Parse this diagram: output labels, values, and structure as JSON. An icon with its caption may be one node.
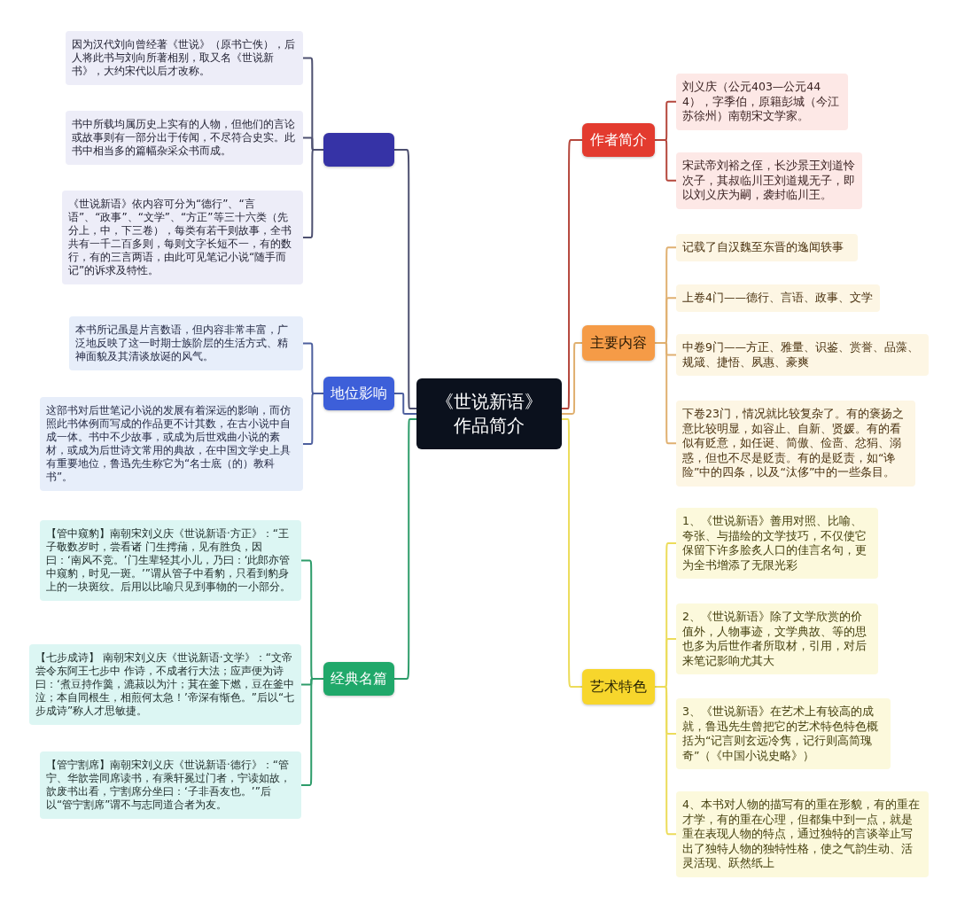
{
  "diagram": {
    "nodes": [
      {
        "text": [
          "《世说新语》作品简介"
        ]
      },
      {
        "text": [],
        "shape": "box"
      },
      {
        "text": [
          "因为汉代刘向曾经著《世说》（原书亡佚），后人将此书与刘向所著相别，取又名《世说新书》，大约宋代以后才改称。"
        ]
      },
      {
        "text": [
          "书中所载均属历史上实有的人物，但他们的言论或故事则有一部分出于传闻，不尽符合史实。此书中相当多的篇幅杂采众书而成。"
        ]
      },
      {
        "text": [
          "《世说新语》依内容可分为“德行”、“言语”、“政事”、“文学”、“方正”等三十六类（先分上，中，下三卷），每类有若干则故事，全书共有一千二百多则，每则文字长短不一，有的数行，有的三言两语，由此可见笔记小说“随手而记”的诉求及特性。"
        ]
      },
      {
        "text": [
          "地位影响"
        ]
      },
      {
        "text": [
          "本书所记虽是片言数语，但内容非常丰富，广泛地反映了这一时期士族阶层的生活方式、精神面貌及其清谈放诞的风气。"
        ]
      },
      {
        "text": [
          "这部书对后世笔记小说的发展有着深远的影响，而仿照此书体例而写成的作品更不计其数，在古小说中自成一体。书中不少故事，或成为后世戏曲小说的素材，或成为后世诗文常用的典故，在中国文学史上具有重要地位，鲁迅先生称它为“名士底（的）教科书”。"
        ]
      },
      {
        "text": [
          "经典名篇"
        ]
      },
      {
        "text": [
          "【管中窥豹】南朝宋刘义庆《世说新语·方正》：“王子敬数岁时，尝看诸 门生摴蒱，见有胜负，因曰：‘南风不竞。’门生辈轻其小儿，乃曰：‘此郎亦管中窥豹，时见一斑。’”谓从管子中看豹，只看到豹身上的一块斑纹。后用以比喻只见到事物的一小部分。"
        ]
      },
      {
        "text": [
          "【七步成诗】 南朝宋刘义庆《世说新语·文学》：“文帝尝令东阿王七步中 作诗，不成者行大法；应声便为诗曰：‘煮豆持作羹，漉菽以为汁；萁在釜下燃，豆在釜中泣；本自同根生，相煎何太急！’帝深有惭色。”后以“七步成诗”称人才思敏捷。"
        ]
      },
      {
        "text": [
          "【管宁割席】南朝宋刘义庆《世说新语·德行》：“管宁、华歆尝同席读书，有乘轩冕过门者，宁读如故，歆废书出看，宁割席分坐曰：‘子非吾友也。’”后以“管宁割席”谓不与志同道合者为友。"
        ]
      },
      {
        "text": [
          "作者简介"
        ]
      },
      {
        "text": [
          "刘义庆（公元403—公元444），字季伯，原籍彭城（今江苏徐州）南朝宋文学家。"
        ]
      },
      {
        "text": [
          "宋武帝刘裕之侄，长沙景王刘道怜次子，其叔临川王刘道规无子，即以刘义庆为嗣，袭封临川王。"
        ]
      },
      {
        "text": [
          "主要内容"
        ]
      },
      {
        "text": [
          "记载了自汉魏至东晋的逸闻轶事"
        ]
      },
      {
        "text": [
          "上卷4门——德行、言语、政事、文学"
        ]
      },
      {
        "text": [
          "中卷9门——方正、雅量、识鉴、赏誉、品藻、规箴、捷悟、夙惠、豪爽"
        ]
      },
      {
        "text": [
          "下卷23门，情况就比较复杂了。有的褒扬之意比较明显，如容止、自新、贤媛。有的看似有贬意，如任诞、简傲、俭啬、忿狷、溺惑，但也不尽是贬责。有的是贬责，如“谗险”中的四条，以及“汰侈”中的一些条目。"
        ]
      },
      {
        "text": [
          "艺术特色"
        ]
      },
      {
        "text": [
          "1、《世说新语》善用对照、比喻、夸张、与描绘的文学技巧，不仅使它保留下许多脍炙人口的佳言名句，更为全书增添了无限光彩"
        ]
      },
      {
        "text": [
          "2、《世说新语》除了文学欣赏的价值外，人物事迹，文学典故、等的思也多为后世作者所取材，引用，对后来笔记影响尤其大"
        ]
      },
      {
        "text": [
          "3、《世说新语》在艺术上有较高的成就，鲁迅先生曾把它的艺术特色特色概括为“记言则玄远冷隽，记行则高简瑰奇”（《中国小说史略》）"
        ]
      },
      {
        "text": [
          "4、本书对人物的描写有的重在形貌，有的重在才学，有的重在心理，但都集中到一点，就是重在表现人物的特点，通过独特的言谈举止写出了独特人物的独特性格，使之气韵生动、活灵活现、跃然纸上"
        ]
      }
    ],
    "edges": [
      {
        "from": 0,
        "to": 1,
        "arrow": "none",
        "color": "#4d5070"
      },
      {
        "from": 1,
        "to": 2,
        "arrow": "none",
        "color": "#4d5070"
      },
      {
        "from": 1,
        "to": 3,
        "arrow": "none",
        "color": "#4d5070"
      },
      {
        "from": 1,
        "to": 4,
        "arrow": "none",
        "color": "#4d5070"
      },
      {
        "from": 0,
        "to": 5,
        "arrow": "none",
        "color": "#4d5f9e"
      },
      {
        "from": 5,
        "to": 6,
        "arrow": "none",
        "color": "#4d5f9e"
      },
      {
        "from": 5,
        "to": 7,
        "arrow": "none",
        "color": "#4d5f9e"
      },
      {
        "from": 0,
        "to": 8,
        "arrow": "none",
        "color": "#2d9c6a"
      },
      {
        "from": 8,
        "to": 9,
        "arrow": "none",
        "color": "#2d9c6a"
      },
      {
        "from": 8,
        "to": 10,
        "arrow": "none",
        "color": "#2d9c6a"
      },
      {
        "from": 8,
        "to": 11,
        "arrow": "none",
        "color": "#2d9c6a"
      },
      {
        "from": 0,
        "to": 12,
        "arrow": "none",
        "color": "#b5473c"
      },
      {
        "from": 12,
        "to": 13,
        "arrow": "none",
        "color": "#b5473c"
      },
      {
        "from": 12,
        "to": 14,
        "arrow": "none",
        "color": "#b5473c"
      },
      {
        "from": 0,
        "to": 15,
        "arrow": "none",
        "color": "#e0b070"
      },
      {
        "from": 15,
        "to": 16,
        "arrow": "none",
        "color": "#e0b070"
      },
      {
        "from": 15,
        "to": 17,
        "arrow": "none",
        "color": "#e0b070"
      },
      {
        "from": 15,
        "to": 18,
        "arrow": "none",
        "color": "#e0b070"
      },
      {
        "from": 15,
        "to": 19,
        "arrow": "none",
        "color": "#e0b070"
      },
      {
        "from": 0,
        "to": 20,
        "arrow": "none",
        "color": "#ecdc5a"
      },
      {
        "from": 20,
        "to": 21,
        "arrow": "none",
        "color": "#ecdc5a"
      },
      {
        "from": 20,
        "to": 22,
        "arrow": "none",
        "color": "#ecdc5a"
      },
      {
        "from": 20,
        "to": 23,
        "arrow": "none",
        "color": "#ecdc5a"
      },
      {
        "from": 20,
        "to": 24,
        "arrow": "none",
        "color": "#ecdc5a"
      }
    ]
  }
}
